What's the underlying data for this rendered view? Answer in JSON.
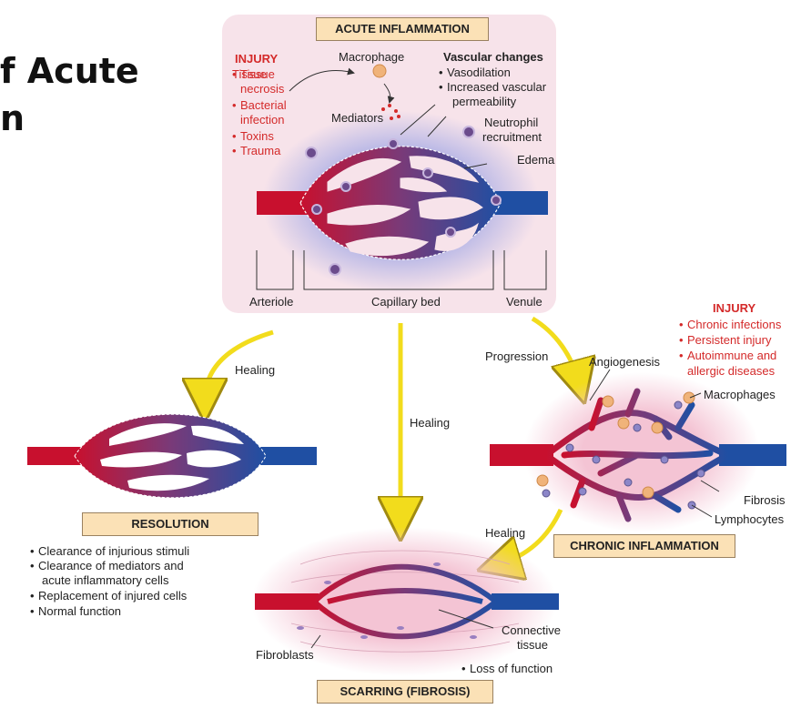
{
  "slide": {
    "title_line1": "f Acute",
    "title_line2": "n"
  },
  "acute": {
    "box_label": "ACUTE INFLAMMATION",
    "injury_heading": "INJURY",
    "injury_items": [
      "Tissue",
      "necrosis",
      "Bacterial",
      "infection",
      "Toxins",
      "Trauma"
    ],
    "macrophage": "Macrophage",
    "mediators": "Mediators",
    "vascular_heading": "Vascular changes",
    "vascular_items": [
      "Vasodilation",
      "Increased vascular",
      "permeability"
    ],
    "neutrophil": [
      "Neutrophil",
      "recruitment"
    ],
    "edema": "Edema",
    "arteriole": "Arteriole",
    "capillary_bed": "Capillary bed",
    "venule": "Venule"
  },
  "arrows": {
    "healing_left": "Healing",
    "healing_center": "Healing",
    "progression": "Progression",
    "healing_right": "Healing"
  },
  "resolution": {
    "box_label": "RESOLUTION",
    "items": [
      "Clearance of injurious stimuli",
      "Clearance of mediators and",
      "acute inflammatory cells",
      "Replacement of injured cells",
      "Normal function"
    ]
  },
  "chronic": {
    "injury_heading": "INJURY",
    "injury_items": [
      "Chronic infections",
      "Persistent injury",
      "Autoimmune and",
      "allergic diseases"
    ],
    "angiogenesis": "Angiogenesis",
    "macrophages": "Macrophages",
    "fibrosis": "Fibrosis",
    "lymphocytes": "Lymphocytes",
    "box_label": "CHRONIC INFLAMMATION"
  },
  "scarring": {
    "fibroblasts": "Fibroblasts",
    "connective_tissue": [
      "Connective",
      "tissue"
    ],
    "loss": "Loss of function",
    "box_label": "SCARRING (FIBROSIS)"
  },
  "colors": {
    "artery_red": "#c8102e",
    "vein_blue": "#1f4fa3",
    "panel_pink": "#f7e3ea",
    "arrow_yellow": "#f2dc1c",
    "injury_red": "#d42a2a"
  }
}
